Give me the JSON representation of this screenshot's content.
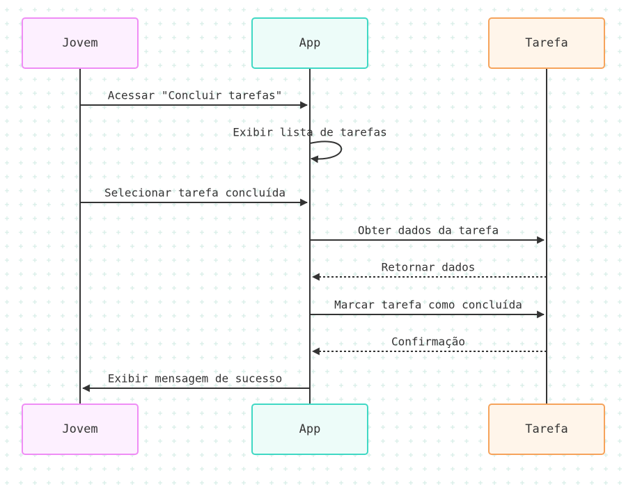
{
  "actors": [
    {
      "id": "jovem",
      "label": "Jovem",
      "fill": "#fdf0ff",
      "stroke": "#ef8cf5"
    },
    {
      "id": "app",
      "label": "App",
      "fill": "#edfcf9",
      "stroke": "#3fd8c4"
    },
    {
      "id": "tarefa",
      "label": "Tarefa",
      "fill": "#fff5ea",
      "stroke": "#f6a35b"
    }
  ],
  "messages": [
    {
      "from": "jovem",
      "to": "app",
      "label": "Acessar \"Concluir tarefas\"",
      "style": "solid"
    },
    {
      "from": "app",
      "to": "app",
      "label": "Exibir lista de tarefas",
      "style": "solid"
    },
    {
      "from": "jovem",
      "to": "app",
      "label": "Selecionar tarefa concluída",
      "style": "solid"
    },
    {
      "from": "app",
      "to": "tarefa",
      "label": "Obter dados da tarefa",
      "style": "solid"
    },
    {
      "from": "tarefa",
      "to": "app",
      "label": "Retornar dados",
      "style": "dashed"
    },
    {
      "from": "app",
      "to": "tarefa",
      "label": "Marcar tarefa como concluída",
      "style": "solid"
    },
    {
      "from": "tarefa",
      "to": "app",
      "label": "Confirmação",
      "style": "dashed"
    },
    {
      "from": "app",
      "to": "jovem",
      "label": "Exibir mensagem de sucesso",
      "style": "solid"
    }
  ]
}
